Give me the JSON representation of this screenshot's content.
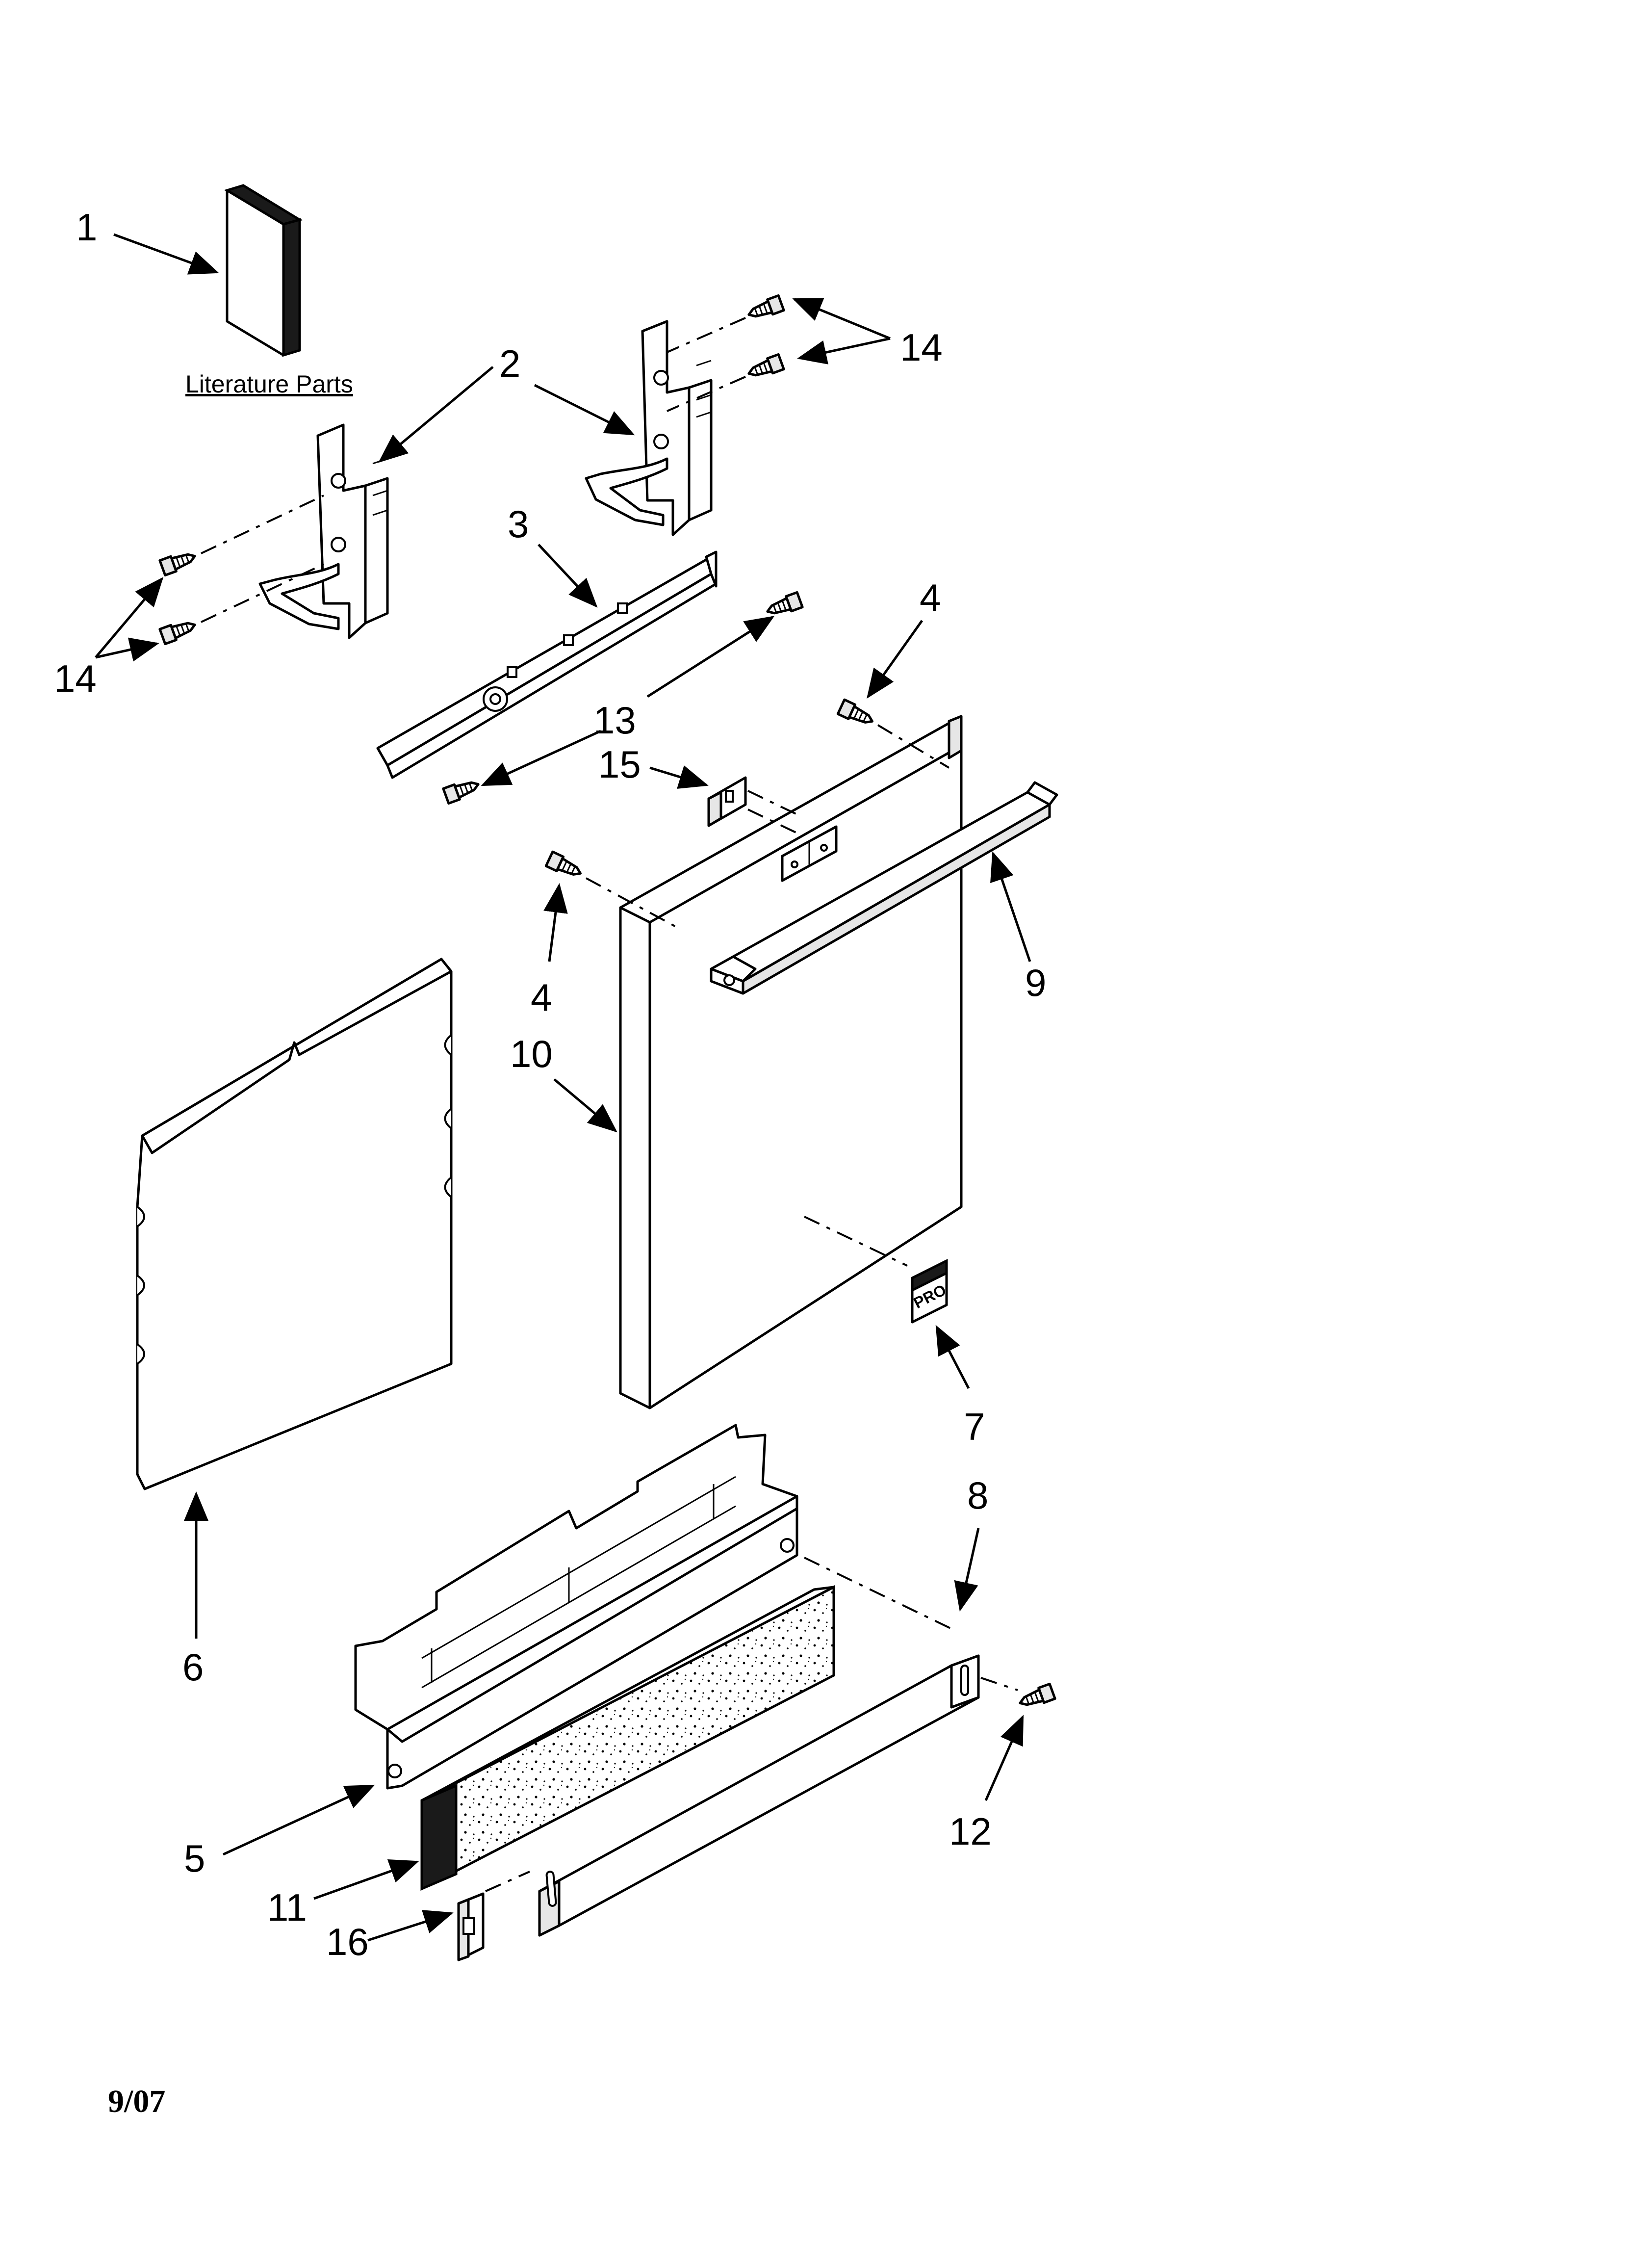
{
  "caption": "Literature Parts",
  "date_code": "9/07",
  "callouts": [
    "1",
    "2",
    "3",
    "4",
    "4",
    "5",
    "6",
    "7",
    "8",
    "9",
    "10",
    "11",
    "12",
    "13",
    "14",
    "14",
    "15",
    "16"
  ],
  "badge_text": "PRO"
}
